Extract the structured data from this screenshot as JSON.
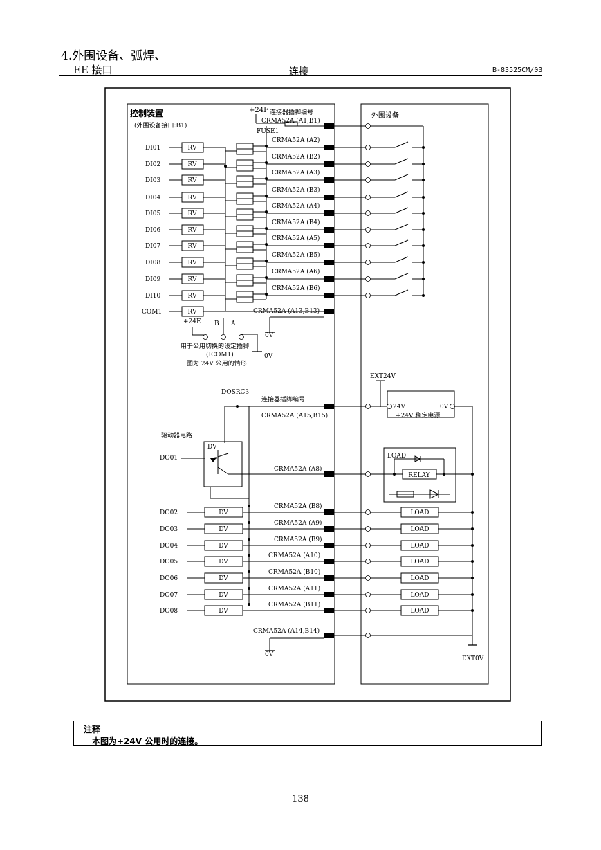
{
  "header": {
    "section": "4.外围设备、弧焊、",
    "subsection": "EE 接口",
    "center": "连接",
    "doc_number": "B-83525CM/03"
  },
  "diagram": {
    "controller_title": "控制装置",
    "controller_subtitle": "(外围设备接口:B1)",
    "peripheral_title": "外围设备",
    "plus24f": "+24F",
    "connector_pin_label": "连接器插脚编号",
    "fuse": "FUSE1",
    "fuse_pin": "CRMA52A (A1,B1)",
    "rv_label": "RV",
    "dv_label": "DV",
    "load_label": "LOAD",
    "relay_label": "RELAY",
    "inputs": [
      {
        "name": "DI01",
        "pin": "CRMA52A (A2)"
      },
      {
        "name": "DI02",
        "pin": "CRMA52A (B2)"
      },
      {
        "name": "DI03",
        "pin": "CRMA52A (A3)"
      },
      {
        "name": "DI04",
        "pin": "CRMA52A (B3)"
      },
      {
        "name": "DI05",
        "pin": "CRMA52A (A4)"
      },
      {
        "name": "DI06",
        "pin": "CRMA52A (B4)"
      },
      {
        "name": "DI07",
        "pin": "CRMA52A (A5)"
      },
      {
        "name": "DI08",
        "pin": "CRMA52A (B5)"
      },
      {
        "name": "DI09",
        "pin": "CRMA52A (A6)"
      },
      {
        "name": "DI10",
        "pin": "CRMA52A (B6)"
      }
    ],
    "com_name": "COM1",
    "com_pin": "CRMA52A (A13,B13)",
    "plus24e": "+24E",
    "b_label": "B",
    "a_label": "A",
    "zero_v": "0V",
    "switch_note": "用于公用切换的设定插脚",
    "icom": "(ICOM1)",
    "switch_caption": "图为 24V 公用的情形",
    "ext24v": "EXT24V",
    "dosrc": "DOSRC3",
    "dosrc_pin_label": "连接器插脚编号",
    "dosrc_pin": "CRMA52A (A15,B15)",
    "psu_24v": "24V",
    "psu_0v": "0V",
    "psu_label": "+24V 稳定电源",
    "driver_label": "驱动器电路",
    "outputs": [
      {
        "name": "DO01",
        "pin": "CRMA52A (A8)"
      },
      {
        "name": "DO02",
        "pin": "CRMA52A (B8)"
      },
      {
        "name": "DO03",
        "pin": "CRMA52A (A9)"
      },
      {
        "name": "DO04",
        "pin": "CRMA52A (B9)"
      },
      {
        "name": "DO05",
        "pin": "CRMA52A (A10)"
      },
      {
        "name": "DO06",
        "pin": "CRMA52A (B10)"
      },
      {
        "name": "DO07",
        "pin": "CRMA52A (A11)"
      },
      {
        "name": "DO08",
        "pin": "CRMA52A (B11)"
      }
    ],
    "gnd_pin": "CRMA52A (A14,B14)",
    "ext0v": "EXT0V"
  },
  "note": {
    "title": "注释",
    "text": "本图为+24V 公用时的连接。"
  },
  "footer": {
    "page": "- 138 -"
  }
}
